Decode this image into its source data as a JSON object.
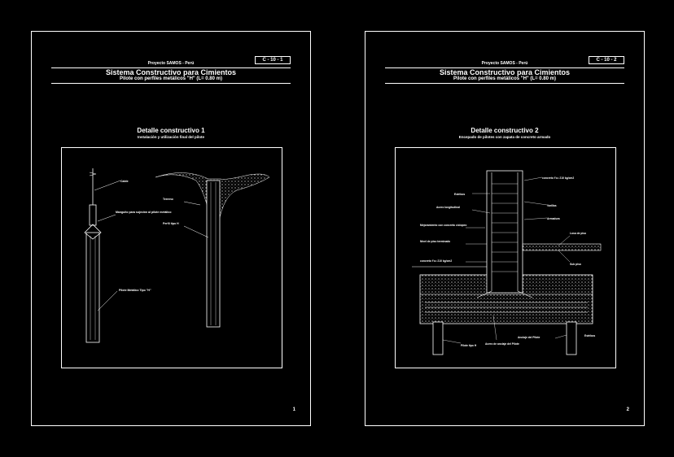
{
  "sheets": [
    {
      "project": "Proyecto SAMOS - Perú",
      "code": "C - 10 - 1",
      "title": "Sistema Constructivo para Cimientos",
      "subtitle": "Pilote con perfiles metálicos \"H\" (L= 0.80 m)",
      "detail_title": "Detalle constructivo 1",
      "detail_subtitle": "Instalación y utilización final del pilote",
      "labels": {
        "cable": "Cable",
        "sleeve": "Manguito para sujeción al pilote metálico",
        "soil": "Terreno",
        "hprofile": "Perfil tipo H",
        "pile": "Pilote Metálico Tipo \"H\""
      },
      "page": "1"
    },
    {
      "project": "Proyecto SAMOS - Perú",
      "code": "C - 10 - 2",
      "title": "Sistema Constructivo para Cimientos",
      "subtitle": "Pilote con perfiles metálicos \"H\" (L= 0.80 m)",
      "detail_title": "Detalle constructivo 2",
      "detail_subtitle": "Encepado de pilotes con zapata de concreto armado",
      "labels": {
        "column_concrete": "concreto f'c= 210 kg/cm2",
        "stirrups": "Estribos",
        "rebar": "Acero longitudinal",
        "bars": "Varillas",
        "reinforcement": "Armadura",
        "fill": "Mejoramiento con concreto ciclopeo",
        "floor": "Nivel de piso terminado",
        "footing_concrete": "concreto f'c= 210 kg/cm2",
        "slab": "Losa de piso",
        "subfloor": "Sub piso",
        "pile_type": "Pilote tipo H",
        "anchor": "Acero de anclaje del Pilote",
        "anchor2": "Anclaje del Pilote",
        "stirrups2": "Estribos"
      },
      "page": "2"
    }
  ]
}
